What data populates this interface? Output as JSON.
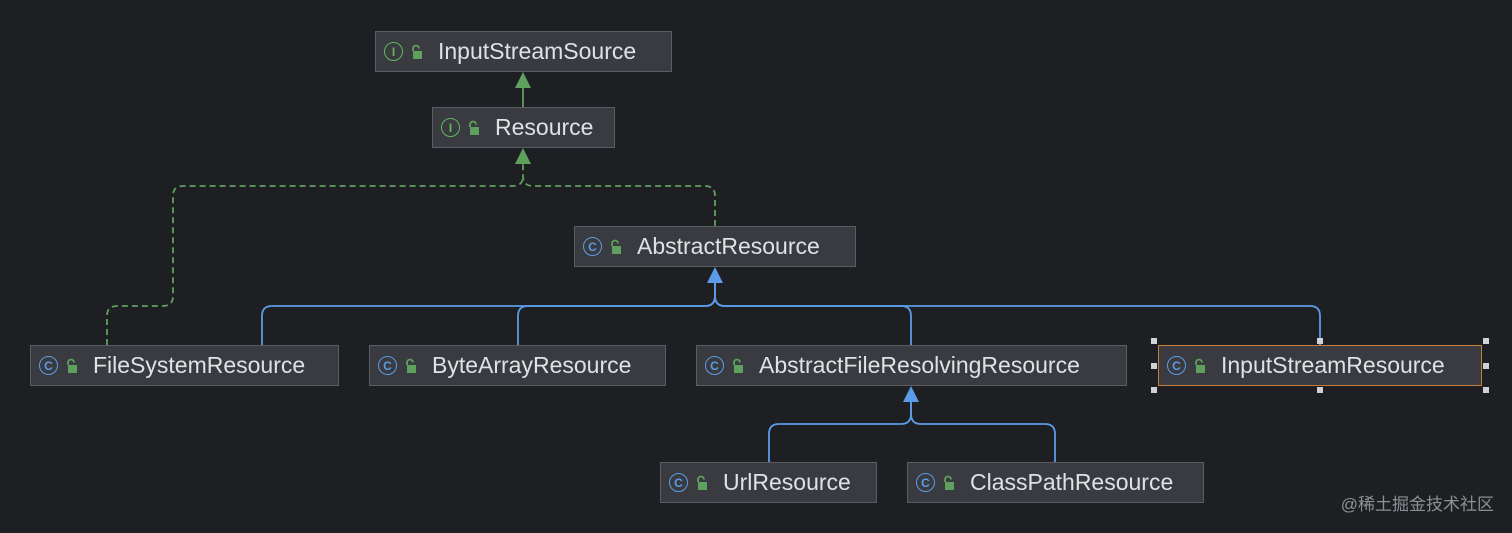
{
  "diagram": {
    "nodes": [
      {
        "id": "InputStreamSource",
        "label": "InputStreamSource",
        "kind": "interface",
        "kind_glyph": "I"
      },
      {
        "id": "Resource",
        "label": "Resource",
        "kind": "interface",
        "kind_glyph": "I"
      },
      {
        "id": "AbstractResource",
        "label": "AbstractResource",
        "kind": "class",
        "kind_glyph": "C"
      },
      {
        "id": "FileSystemResource",
        "label": "FileSystemResource",
        "kind": "class",
        "kind_glyph": "C"
      },
      {
        "id": "ByteArrayResource",
        "label": "ByteArrayResource",
        "kind": "class",
        "kind_glyph": "C"
      },
      {
        "id": "AbstractFileResolvingResource",
        "label": "AbstractFileResolvingResource",
        "kind": "class",
        "kind_glyph": "C"
      },
      {
        "id": "InputStreamResource",
        "label": "InputStreamResource",
        "kind": "class",
        "kind_glyph": "C",
        "selected": true
      },
      {
        "id": "UrlResource",
        "label": "UrlResource",
        "kind": "class",
        "kind_glyph": "C"
      },
      {
        "id": "ClassPathResource",
        "label": "ClassPathResource",
        "kind": "class",
        "kind_glyph": "C"
      }
    ],
    "edges": [
      {
        "from": "Resource",
        "to": "InputStreamSource",
        "type": "extends"
      },
      {
        "from": "AbstractResource",
        "to": "Resource",
        "type": "implements"
      },
      {
        "from": "FileSystemResource",
        "to": "Resource",
        "type": "implements"
      },
      {
        "from": "FileSystemResource",
        "to": "AbstractResource",
        "type": "extends"
      },
      {
        "from": "ByteArrayResource",
        "to": "AbstractResource",
        "type": "extends"
      },
      {
        "from": "AbstractFileResolvingResource",
        "to": "AbstractResource",
        "type": "extends"
      },
      {
        "from": "InputStreamResource",
        "to": "AbstractResource",
        "type": "extends"
      },
      {
        "from": "UrlResource",
        "to": "AbstractFileResolvingResource",
        "type": "extends"
      },
      {
        "from": "ClassPathResource",
        "to": "AbstractFileResolvingResource",
        "type": "extends"
      }
    ],
    "colors": {
      "background": "#1e1f22",
      "node_fill": "#393b40",
      "node_border": "#5a5d63",
      "selected_border": "#c77d3a",
      "interface_accent": "#5fb85f",
      "class_accent": "#5c9ce6",
      "implements_edge": "#5fa05f",
      "extends_interface_edge": "#5fa05f",
      "extends_class_edge": "#5c9ce6",
      "lock": "#5fa05f"
    },
    "icons": {
      "interface": "interface-icon",
      "class": "class-icon",
      "visibility": "public-lock-icon"
    }
  },
  "watermark": "@稀土掘金技术社区"
}
